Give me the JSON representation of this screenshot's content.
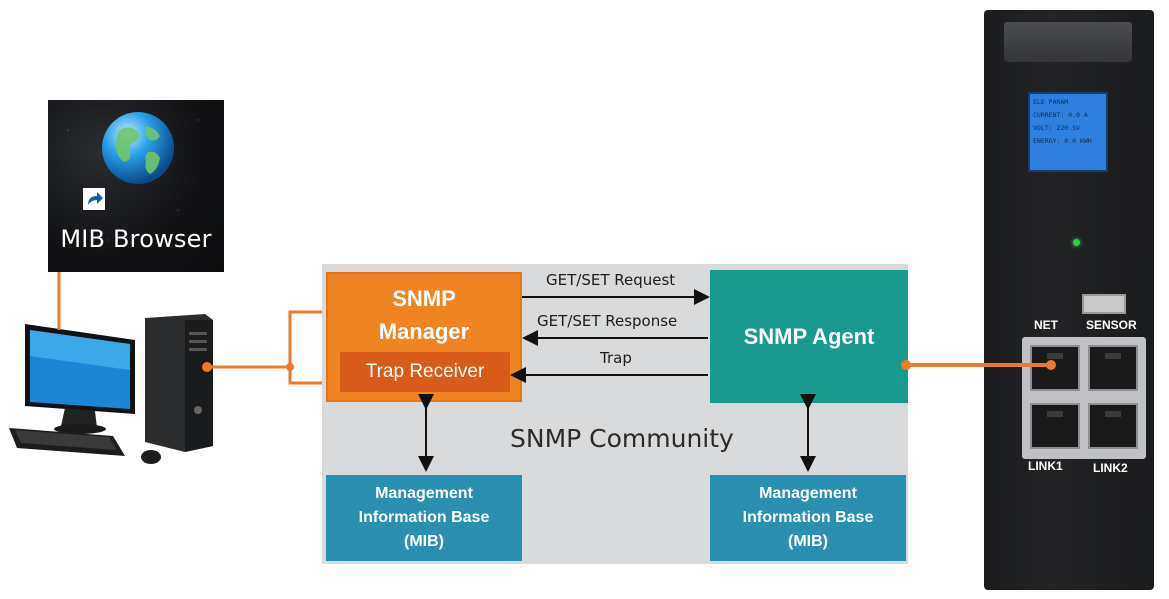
{
  "mib_browser": {
    "label": "MIB Browser",
    "icon": "globe-icon"
  },
  "manager": {
    "title_line1": "SNMP",
    "title_line2": "Manager",
    "trap_receiver": "Trap Receiver"
  },
  "agent": {
    "title": "SNMP Agent"
  },
  "messages": {
    "request": "GET/SET Request",
    "response": "GET/SET Response",
    "trap": "Trap"
  },
  "community_label": "SNMP Community",
  "mib_left": {
    "line1": "Management",
    "line2": "Information Base",
    "line3": "(MIB)"
  },
  "mib_right": {
    "line1": "Management",
    "line2": "Information Base",
    "line3": "(MIB)"
  },
  "device": {
    "lcd_lines": [
      "ELE PARAM",
      "CURRENT:  0.0 A",
      "VOLT:    220.5V",
      "ENERGY:  0.0 KWH"
    ],
    "ports": {
      "net": "NET",
      "sensor": "SENSOR",
      "link1": "LINK1",
      "link2": "LINK2"
    }
  },
  "colors": {
    "manager": "#f08322",
    "trap_receiver": "#d95b1a",
    "agent": "#1a9a8e",
    "mib": "#2a8fb0",
    "connector": "#ee7a2a",
    "community_panel": "#d9dadb"
  }
}
